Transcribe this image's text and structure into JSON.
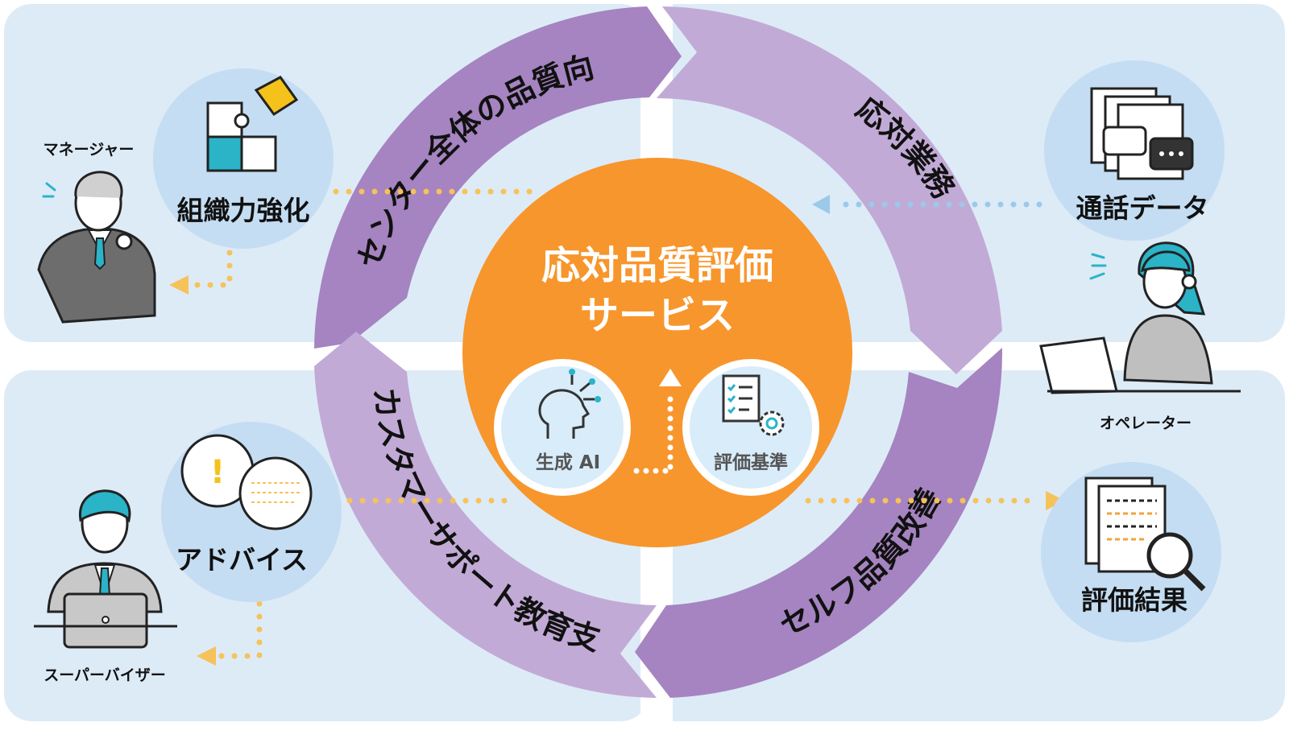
{
  "center": {
    "title_line1": "応対品質評価",
    "title_line2": "サービス"
  },
  "inner_circles": {
    "ai_label": "生成 AI",
    "criteria_label": "評価基準"
  },
  "cycle": {
    "top": "センター全体の品質向上",
    "right_top": "応対業務",
    "right_bottom": "セルフ品質改善",
    "left_bottom": "カスタマーサポート教育支援"
  },
  "nodes": {
    "org": "組織力強化",
    "advice": "アドバイス",
    "call_data": "通話データ",
    "results": "評価結果"
  },
  "people": {
    "manager": "マネージャー",
    "supervisor": "スーパーバイザー",
    "operator": "オペレーター"
  },
  "colors": {
    "panel": "#ddebf7",
    "arc_dark": "#a584c1",
    "arc_light": "#c2aad6",
    "center": "#f7962c",
    "node_circle": "#c4ddf2",
    "dots_orange": "#f6c25a",
    "dots_blue": "#9cc9ea",
    "accent_teal": "#2bb3c8"
  }
}
